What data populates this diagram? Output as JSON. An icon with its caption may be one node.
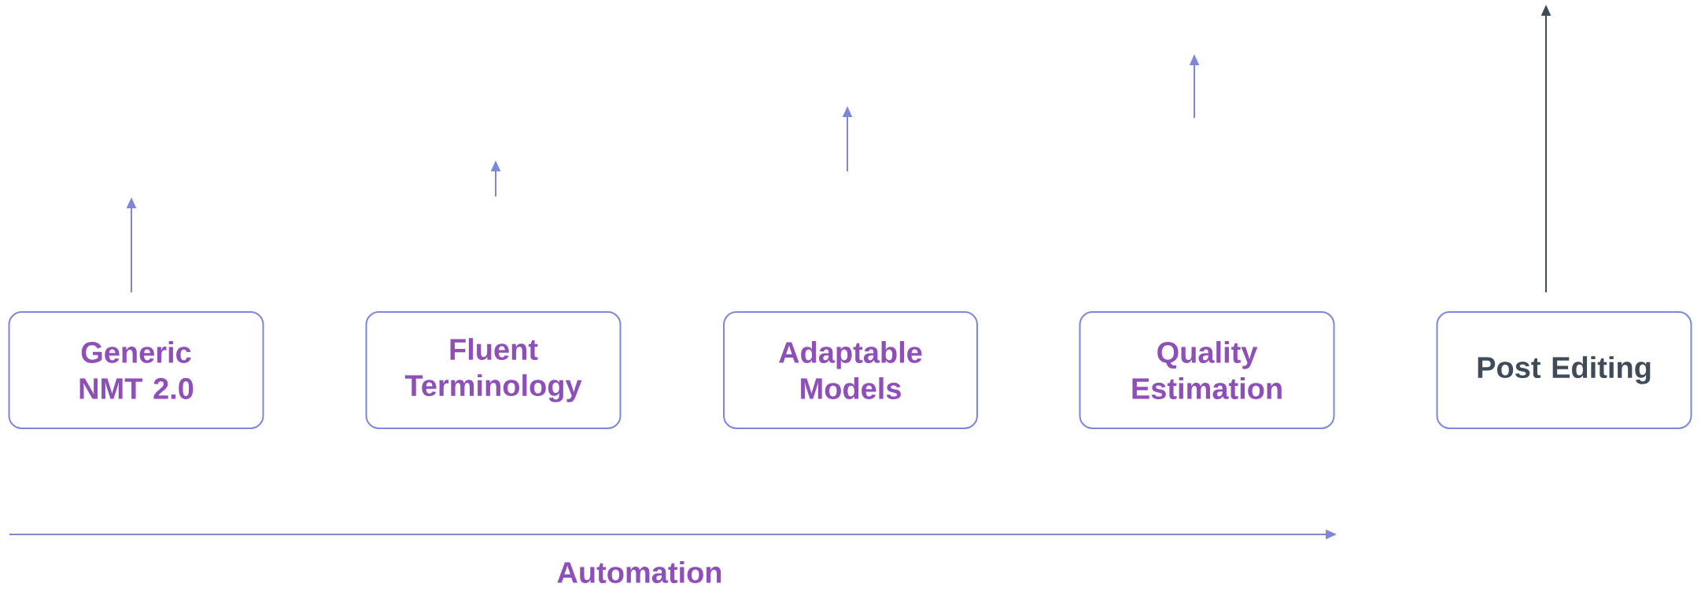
{
  "diagram": {
    "nodes": [
      {
        "text": [
          "Generic NMT 2.0"
        ]
      },
      {
        "text": [
          "Fluent Terminology"
        ]
      },
      {
        "text": [
          "Adaptable Models"
        ]
      },
      {
        "text": [
          "Quality Estimation"
        ]
      },
      {
        "text": [
          "Post Editing"
        ]
      }
    ],
    "labels": [
      "Automation"
    ]
  }
}
